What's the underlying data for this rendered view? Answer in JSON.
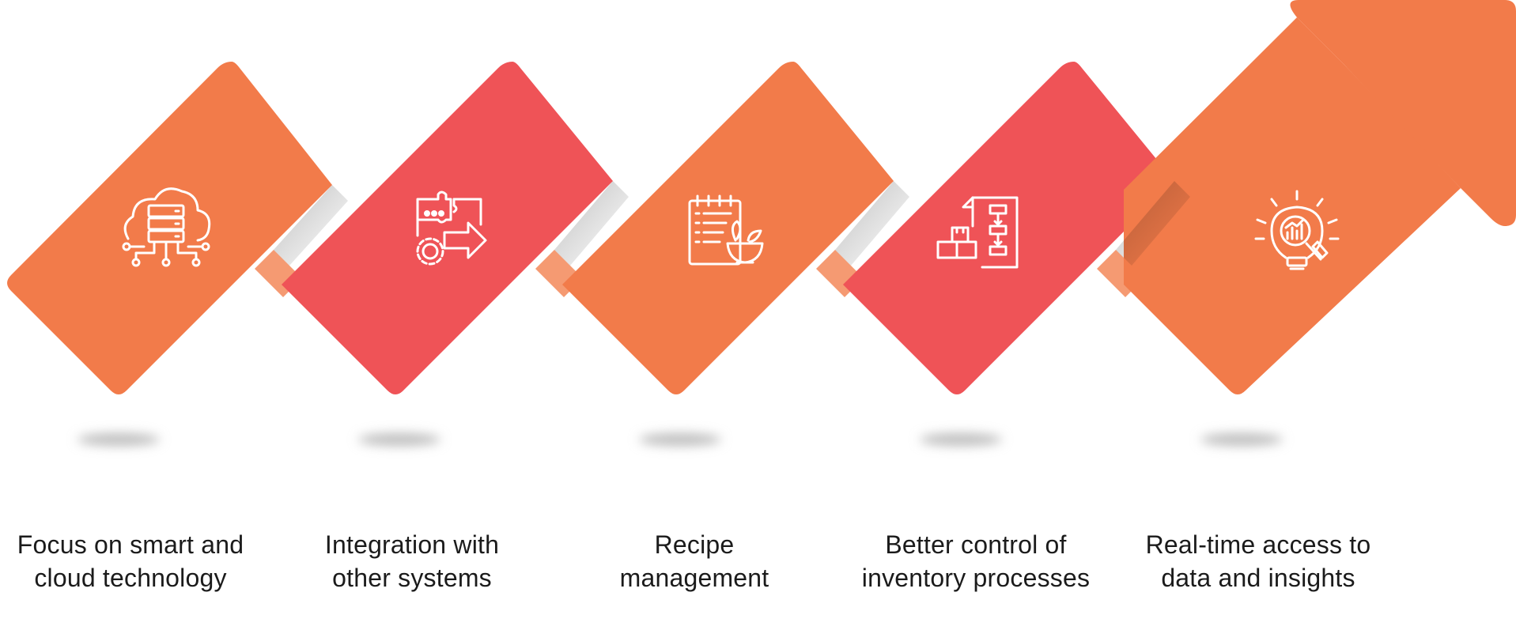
{
  "colors": {
    "orange": "#F27B4A",
    "red": "#EF5357",
    "connector": "#F59A72",
    "icon": "#FFFFFF",
    "shadow": "#BDBDBD",
    "text": "#1B1B1B"
  },
  "steps": [
    {
      "icon": "cloud-server-icon",
      "color": "orange",
      "label_line1": "Focus on smart and",
      "label_line2": "cloud technology"
    },
    {
      "icon": "puzzle-gear-icon",
      "color": "red",
      "label_line1": "Integration with",
      "label_line2": "other systems"
    },
    {
      "icon": "recipe-bowl-icon",
      "color": "orange",
      "label_line1": "Recipe",
      "label_line2": "management"
    },
    {
      "icon": "inventory-flow-icon",
      "color": "red",
      "label_line1": "Better control of",
      "label_line2": "inventory processes"
    },
    {
      "icon": "insight-bulb-icon",
      "color": "orange",
      "label_line1": "Real-time access to",
      "label_line2": "data and insights"
    }
  ]
}
